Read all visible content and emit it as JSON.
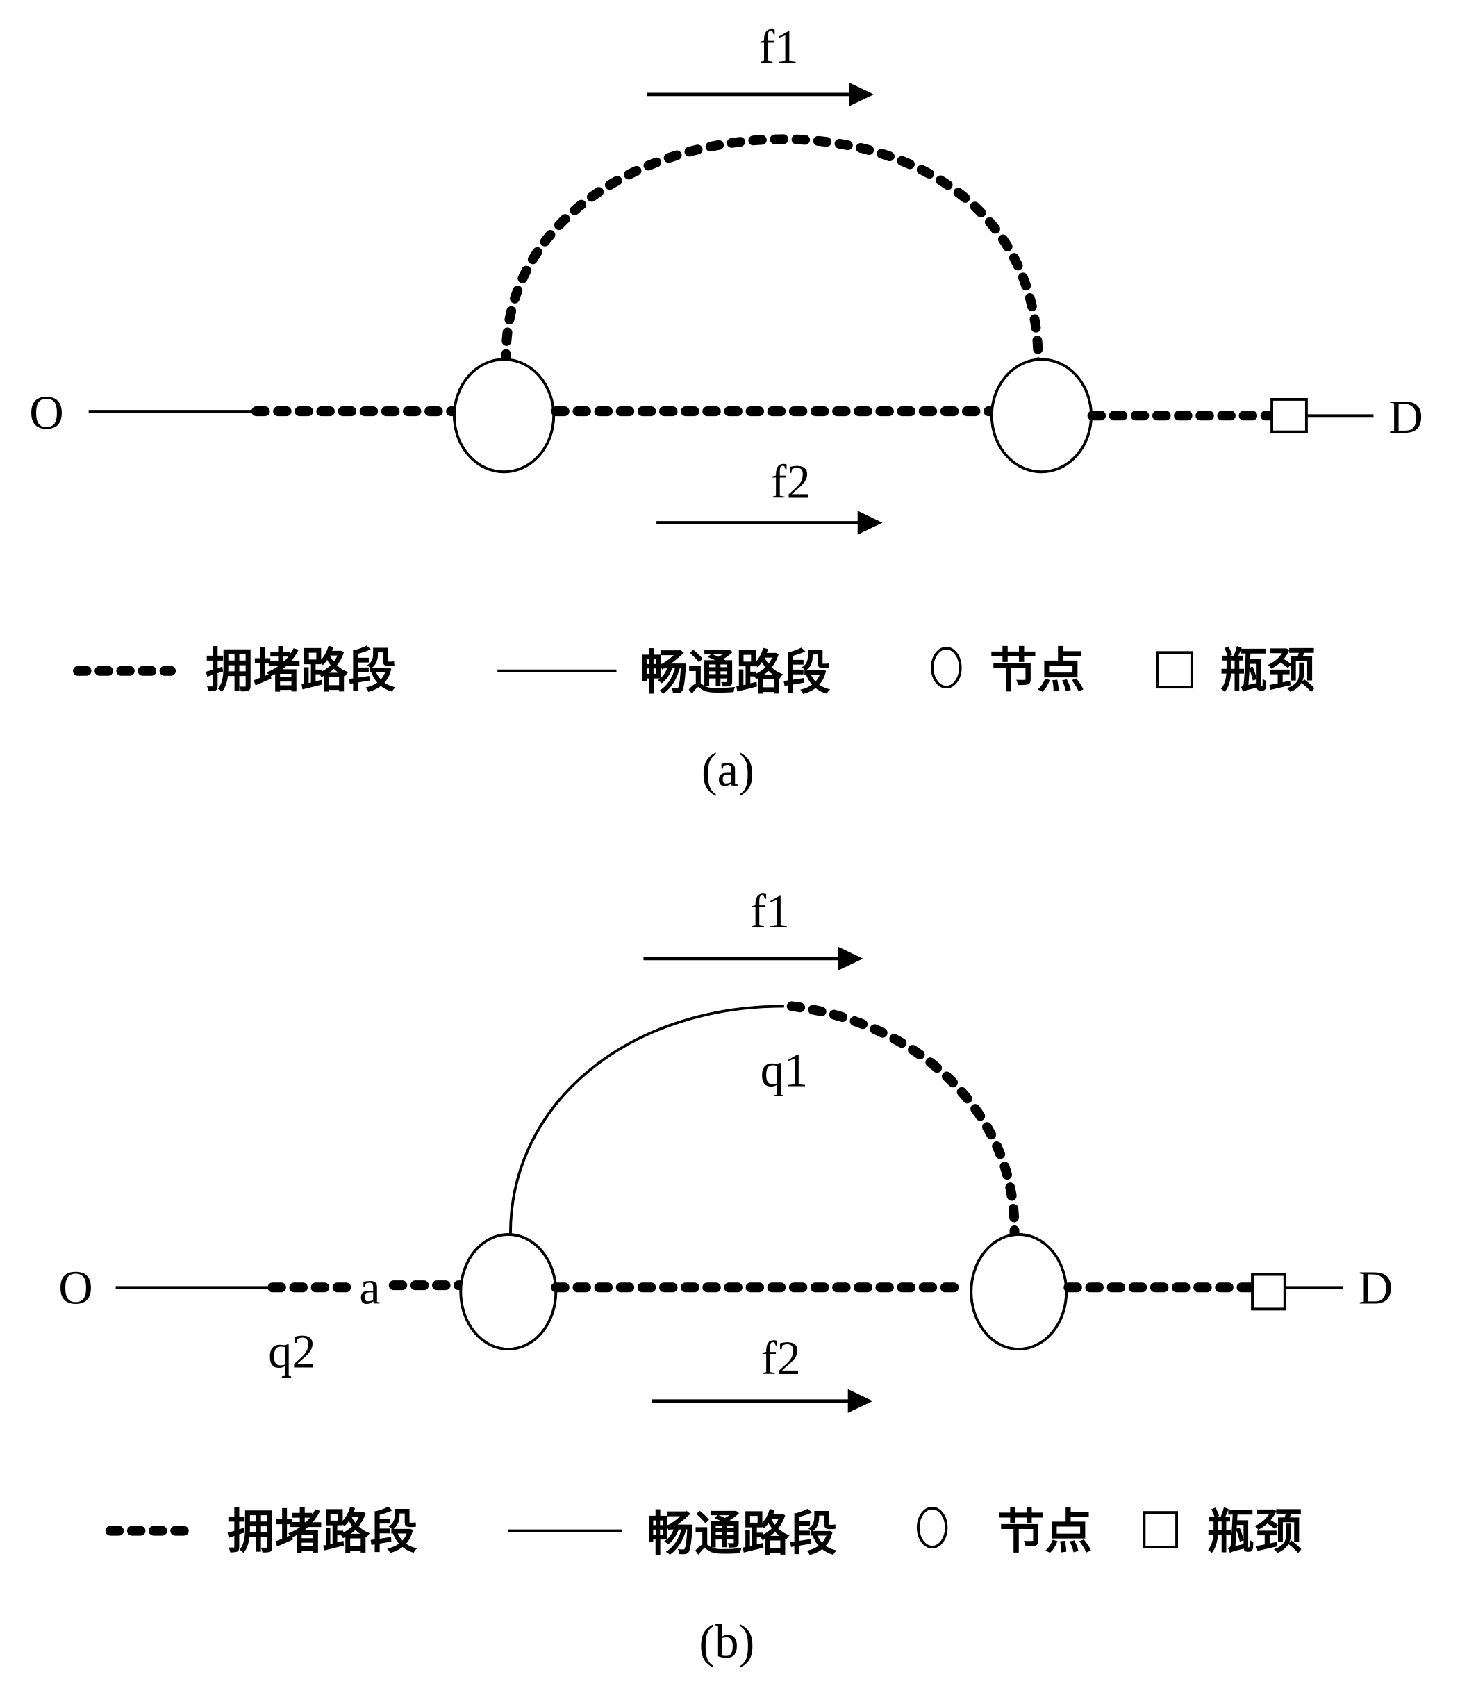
{
  "panel_a": {
    "caption": "(a)",
    "origin": "O",
    "destination": "D",
    "flow_top": "f1",
    "flow_bottom": "f2"
  },
  "panel_b": {
    "caption": "(b)",
    "origin": "O",
    "destination": "D",
    "flow_top": "f1",
    "flow_bottom": "f2",
    "queue_top": "q1",
    "queue_left": "q2",
    "point_a": "a"
  },
  "legend": {
    "congested": "拥堵路段",
    "free": "畅通路段",
    "node": "节点",
    "bottleneck": "瓶颈"
  },
  "colors": {
    "ink": "#000000",
    "background": "#ffffff"
  }
}
